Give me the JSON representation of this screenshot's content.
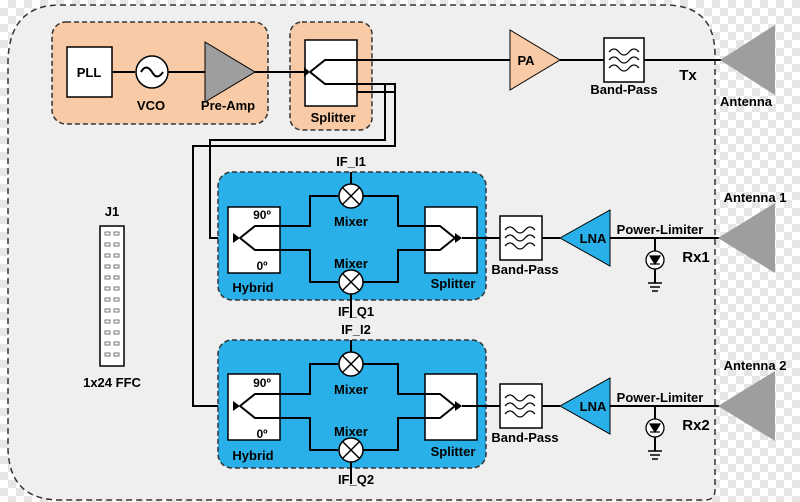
{
  "labels": {
    "pll": "PLL",
    "vco": "VCO",
    "preamp": "Pre-Amp",
    "splitter_top": "Splitter",
    "pa": "PA",
    "bandpass_tx": "Band-Pass",
    "tx": "Tx",
    "antenna": "Antenna",
    "if_i1": "IF_I1",
    "mixer1": "Mixer",
    "mixer2": "Mixer",
    "hybrid1": "Hybrid",
    "deg90_1": "90º",
    "deg0_1": "0º",
    "splitter1": "Splitter",
    "bandpass1": "Band-Pass",
    "lna1": "LNA",
    "power_limiter1": "Power-Limiter",
    "rx1": "Rx1",
    "antenna1": "Antenna 1",
    "if_q1": "IF_Q1",
    "if_i2": "IF_I2",
    "mixer3": "Mixer",
    "mixer4": "Mixer",
    "hybrid2": "Hybrid",
    "deg90_2": "90º",
    "deg0_2": "0º",
    "splitter2": "Splitter",
    "bandpass2": "Band-Pass",
    "lna2": "LNA",
    "power_limiter2": "Power-Limiter",
    "rx2": "Rx2",
    "antenna2": "Antenna 2",
    "if_q2": "IF_Q2",
    "j1": "J1",
    "ffc": "1x24 FFC"
  },
  "colors": {
    "board_fill": "#efefef",
    "orange": "#f8cba6",
    "blue": "#29b0e8",
    "gray_triangle": "#9e9e9e",
    "green_triangle": "#b7d4aa"
  }
}
